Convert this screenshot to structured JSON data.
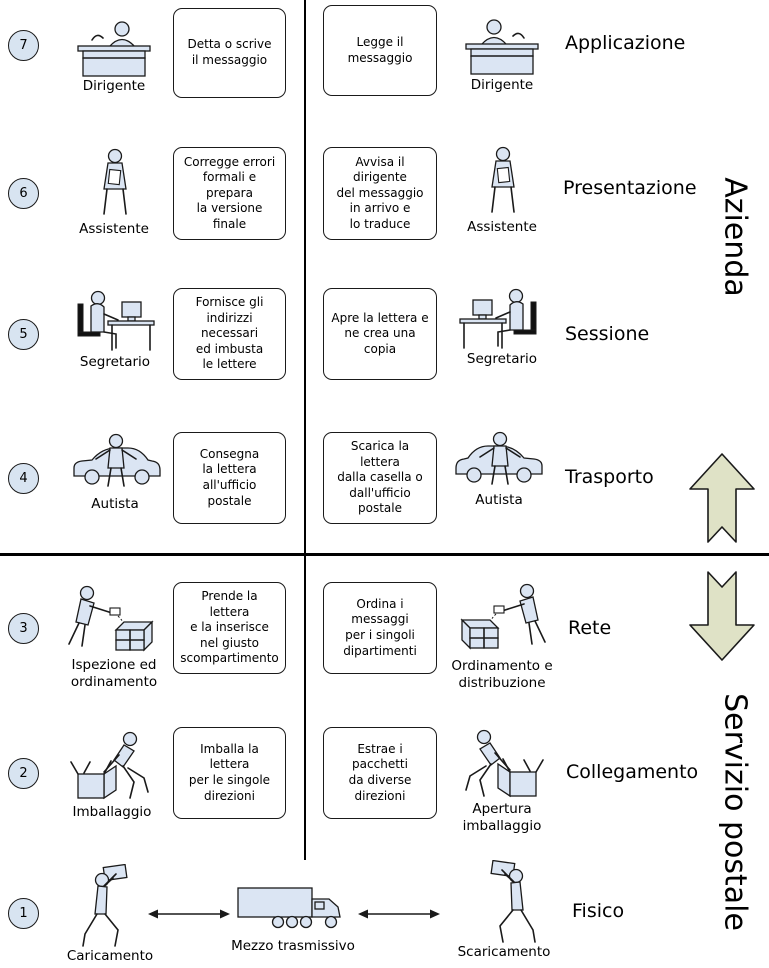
{
  "diagram": {
    "sections": {
      "top_right_label": "Azienda",
      "bottom_right_label": "Servizio postale"
    },
    "colors": {
      "icon_fill": "#dbe5f3",
      "circle_fill": "#d8e4f1",
      "arrow_fill": "#dfe2c6",
      "line_color": "#000000"
    },
    "layers": [
      {
        "number": "7",
        "layer_name": "Applicazione",
        "left_actor": "Dirigente",
        "left_action": "Detta o scrive\nil messaggio",
        "right_action": "Legge il\nmessaggio",
        "right_actor": "Dirigente"
      },
      {
        "number": "6",
        "layer_name": "Presentazione",
        "left_actor": "Assistente",
        "left_action": "Corregge errori\nformali e prepara\nla versione finale",
        "right_action": "Avvisa il dirigente\ndel messaggio\nin arrivo e\nlo traduce",
        "right_actor": "Assistente"
      },
      {
        "number": "5",
        "layer_name": "Sessione",
        "left_actor": "Segretario",
        "left_action": "Fornisce gli\nindirizzi necessari\ned imbusta\nle lettere",
        "right_action": "Apre la lettera e\nne crea una copia",
        "right_actor": "Segretario"
      },
      {
        "number": "4",
        "layer_name": "Trasporto",
        "left_actor": "Autista",
        "left_action": "Consegna\nla lettera\nall'ufficio postale",
        "right_action": "Scarica la lettera\ndalla casella o\ndall'ufficio postale",
        "right_actor": "Autista"
      },
      {
        "number": "3",
        "layer_name": "Rete",
        "left_actor": "Ispezione ed\nordinamento",
        "left_action": "Prende la lettera\ne la inserisce\nnel giusto\nscompartimento",
        "right_action": "Ordina i messaggi\nper i singoli\ndipartimenti",
        "right_actor": "Ordinamento e\ndistribuzione"
      },
      {
        "number": "2",
        "layer_name": "Collegamento",
        "left_actor": "Imballaggio",
        "left_action": "Imballa la lettera\nper le singole\ndirezioni",
        "right_action": "Estrae i pacchetti\nda diverse\ndirezioni",
        "right_actor": "Apertura\nimballaggio"
      },
      {
        "number": "1",
        "layer_name": "Fisico",
        "left_actor": "Caricamento",
        "medium": "Mezzo trasmissivo",
        "right_actor": "Scaricamento"
      }
    ]
  }
}
